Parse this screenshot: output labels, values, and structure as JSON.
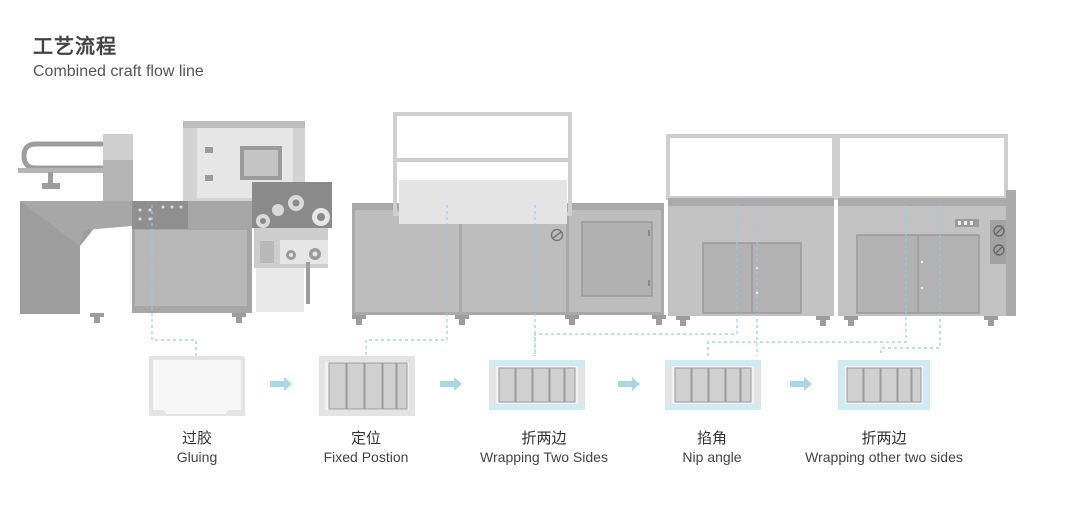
{
  "header": {
    "title": "工艺流程",
    "subtitle": "Combined craft flow line"
  },
  "colors": {
    "machine_dark": "#9d9d9d",
    "machine_mid": "#b4b4b4",
    "machine_light": "#cfcfcf",
    "flow_line": "#8fd0e2",
    "arrow": "#a9d8e5",
    "box_edge_highlight": "#cfeaf1"
  },
  "steps": [
    {
      "name_cn": "过胶",
      "name_en": "Gluing"
    },
    {
      "name_cn": "定位",
      "name_en": "Fixed Postion"
    },
    {
      "name_cn": "折两边",
      "name_en": "Wrapping Two Sides"
    },
    {
      "name_cn": "掐角",
      "name_en": "Nip angle"
    },
    {
      "name_cn": "折两边",
      "name_en": "Wrapping other two sides"
    }
  ]
}
